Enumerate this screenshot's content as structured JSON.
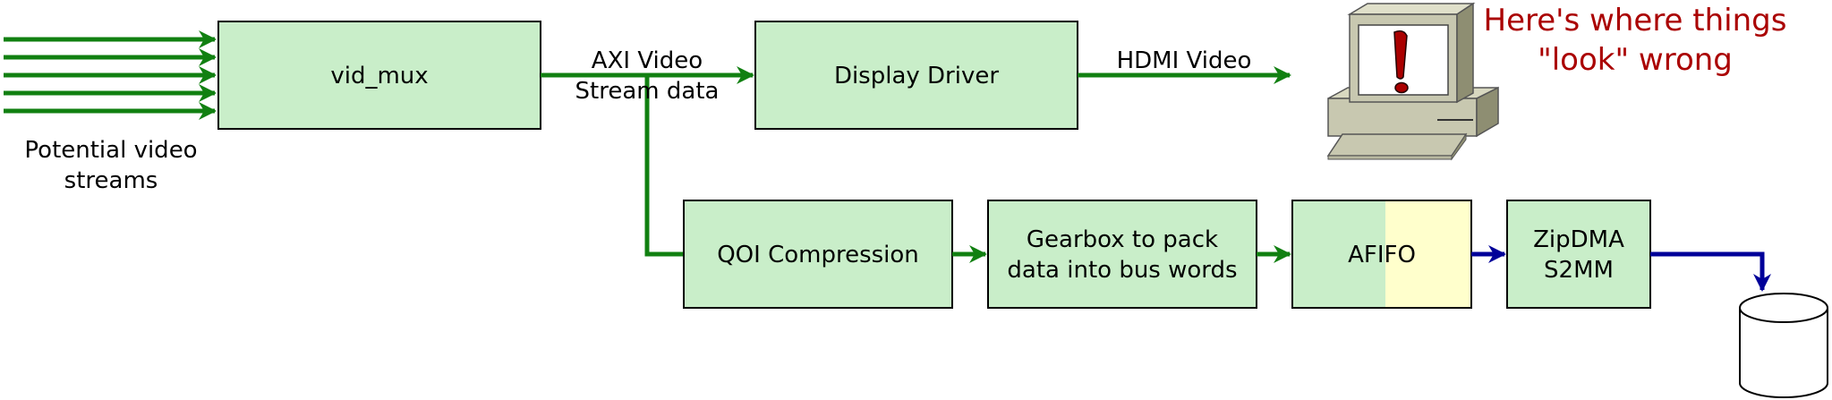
{
  "colors": {
    "box_fill": "#c9eec9",
    "fifo_accent": "#ffffcc",
    "video_arrow": "#118011",
    "bus_arrow": "#000099",
    "note": "#aa0000"
  },
  "inputs": {
    "label_line1": "Potential video",
    "label_line2": "streams"
  },
  "blocks": {
    "vid_mux": "vid_mux",
    "display_driver": "Display Driver",
    "qoi": "QOI Compression",
    "gearbox_line1": "Gearbox to pack",
    "gearbox_line2": "data into bus words",
    "afifo": "AFIFO",
    "zipdma_line1": "ZipDMA",
    "zipdma_line2": "S2MM"
  },
  "edges": {
    "axi_line1": "AXI Video",
    "axi_line2": "Stream data",
    "hdmi": "HDMI Video"
  },
  "annotation": {
    "line1": "Here's where things",
    "line2": "\"look\" wrong"
  },
  "icons": [
    "computer-monitor-icon",
    "warning-exclamation-icon",
    "storage-cylinder-icon"
  ]
}
